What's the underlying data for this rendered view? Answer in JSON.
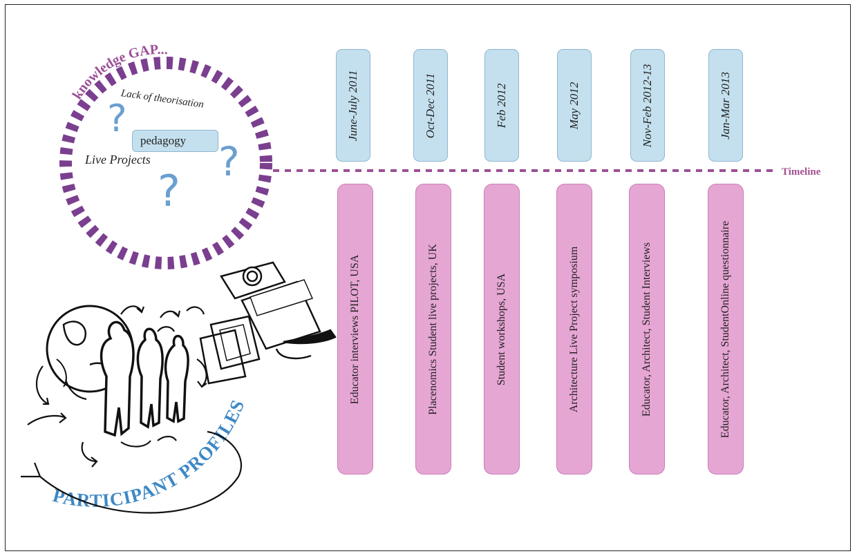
{
  "knowledge_gap": {
    "title": "knowledge GAP...",
    "lack_label": "Lack of theorisation",
    "pedagogy_label": "pedagogy",
    "live_projects_label": "Live Projects",
    "question_mark": "?"
  },
  "timeline": {
    "label": "Timeline",
    "dates": [
      "June-July 2011",
      "Oct-Dec 2011",
      "Feb 2012",
      "May 2012",
      "Nov-Feb 2012-13",
      "Jan-Mar 2013"
    ],
    "events": [
      "Educator interviews PILOT, USA",
      "Placenomics Student live projects, UK",
      "Student workshops, USA",
      "Architecture Live Project symposium",
      "Educator, Architect, Student Interviews",
      "Educator, Architect, StudentOnline questionnaire"
    ]
  },
  "participant_profiles": {
    "label": "PARTICIPANT PROFILES"
  },
  "colors": {
    "date_fill": "#c4e0ee",
    "event_fill": "#e6a6d4",
    "dash_purple": "#7b3f8f",
    "timeline_label": "#a2518f",
    "question_blue": "#6a9fd0",
    "profiles_blue": "#3f88c5"
  }
}
